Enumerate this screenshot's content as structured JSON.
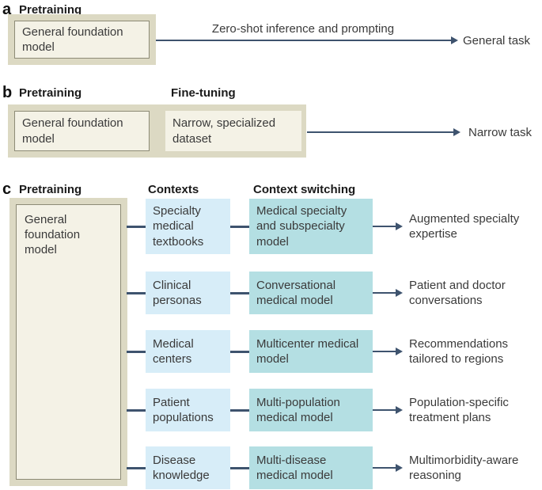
{
  "colors": {
    "arrow_navy": "#3e536e",
    "outer_beige": "#dcd9c3",
    "inner_cream": "#f4f2e6",
    "inner_border": "#8d8b76",
    "context_blue": "#d7edf8",
    "model_teal": "#b4dfe3",
    "text": "#3a3a3a"
  },
  "panel_a": {
    "letter": "a",
    "header_pretraining": "Pretraining",
    "model_box": "General foundation model",
    "arrow_label": "Zero-shot inference and prompting",
    "result": "General task"
  },
  "panel_b": {
    "letter": "b",
    "header_pretraining": "Pretraining",
    "header_finetuning": "Fine-tuning",
    "model_box": "General foundation model",
    "dataset_box": "Narrow, specialized dataset",
    "result": "Narrow task"
  },
  "panel_c": {
    "letter": "c",
    "header_pretraining": "Pretraining",
    "header_contexts": "Contexts",
    "header_context_switching": "Context switching",
    "model_box": "General foundation model",
    "rows": [
      {
        "context": "Specialty medical textbooks",
        "model": "Medical specialty and subspecialty model",
        "outcome": "Augmented specialty expertise"
      },
      {
        "context": "Clinical personas",
        "model": "Conversational medical model",
        "outcome": "Patient and doctor conversations"
      },
      {
        "context": "Medical centers",
        "model": "Multicenter medical model",
        "outcome": "Recommendations tailored to regions"
      },
      {
        "context": "Patient populations",
        "model": "Multi-population medical model",
        "outcome": "Population-specific treatment plans"
      },
      {
        "context": "Disease knowledge",
        "model": "Multi-disease medical model",
        "outcome": "Multimorbidity-aware reasoning"
      }
    ]
  }
}
